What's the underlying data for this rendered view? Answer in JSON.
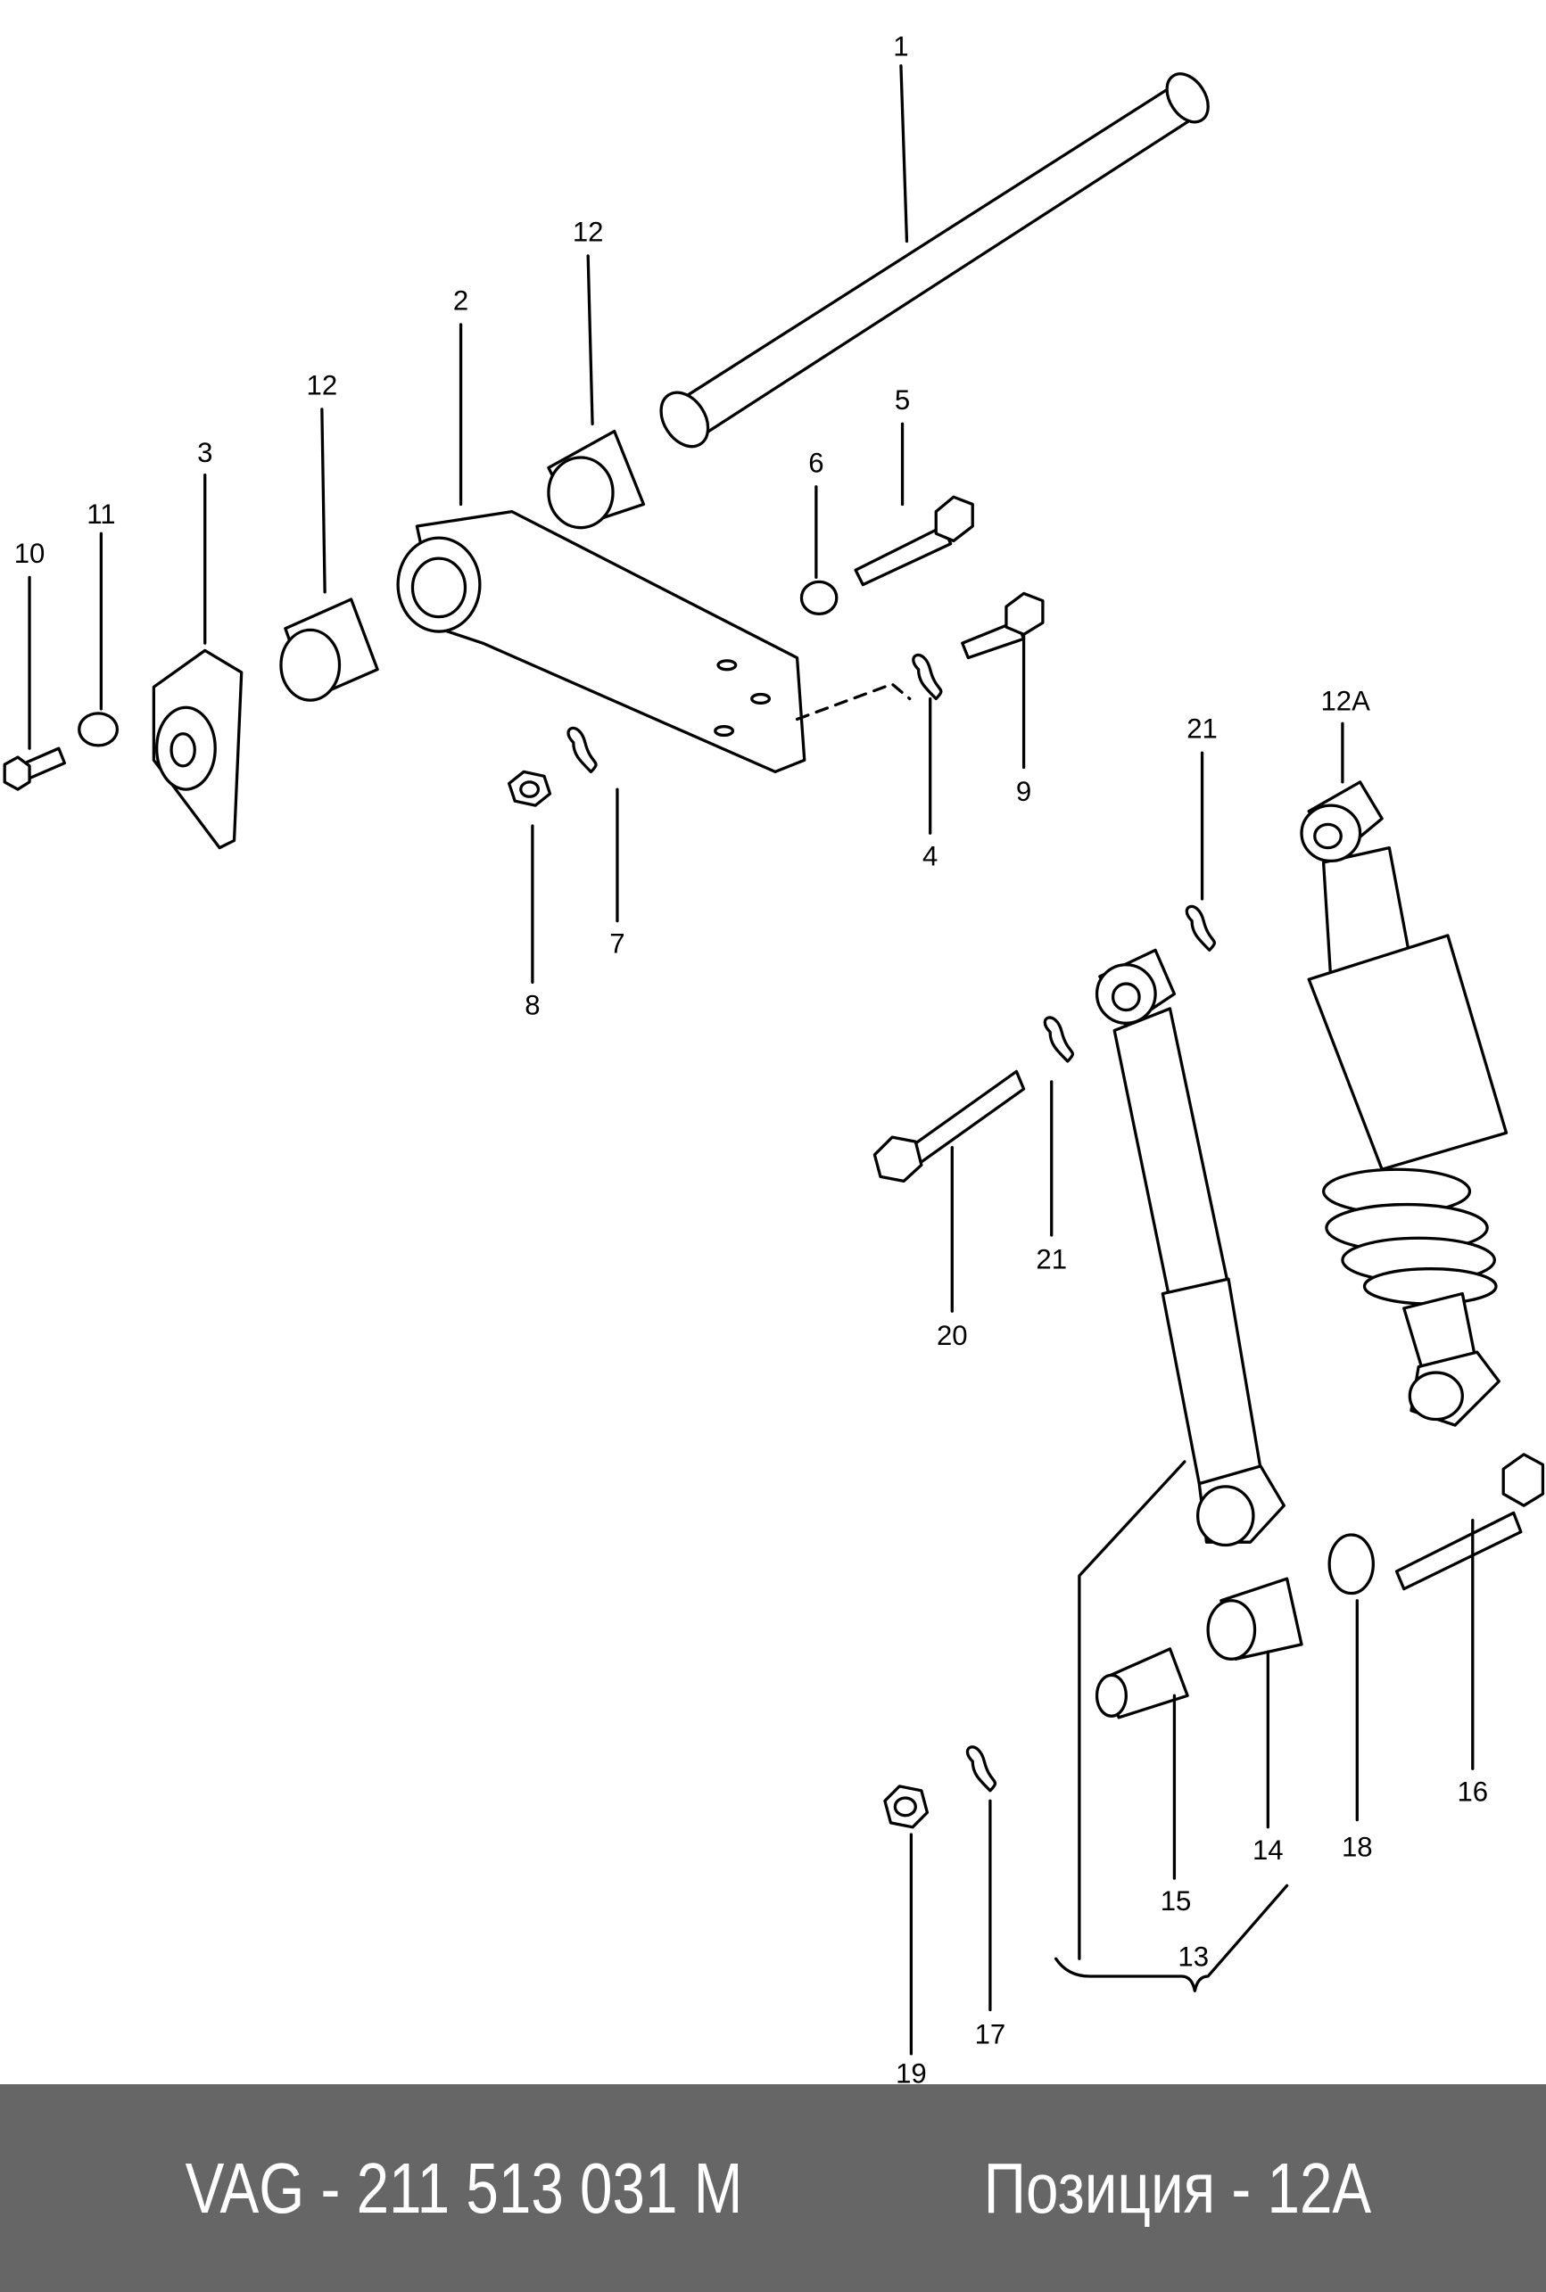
{
  "diagram": {
    "labels": {
      "p1": "1",
      "p2": "2",
      "p3": "3",
      "p4": "4",
      "p5": "5",
      "p6": "6",
      "p7": "7",
      "p8": "8",
      "p9": "9",
      "p10": "10",
      "p11": "11",
      "p12a": "12",
      "p12b": "12",
      "p12A": "12A",
      "p13": "13",
      "p14": "14",
      "p15": "15",
      "p16": "16",
      "p17": "17",
      "p18": "18",
      "p19": "19",
      "p20": "20",
      "p21a": "21",
      "p21b": "21"
    }
  },
  "footer": {
    "part_number": "VAG - 211 513 031 M",
    "position": "Позиция - 12A",
    "background": "#666666"
  }
}
